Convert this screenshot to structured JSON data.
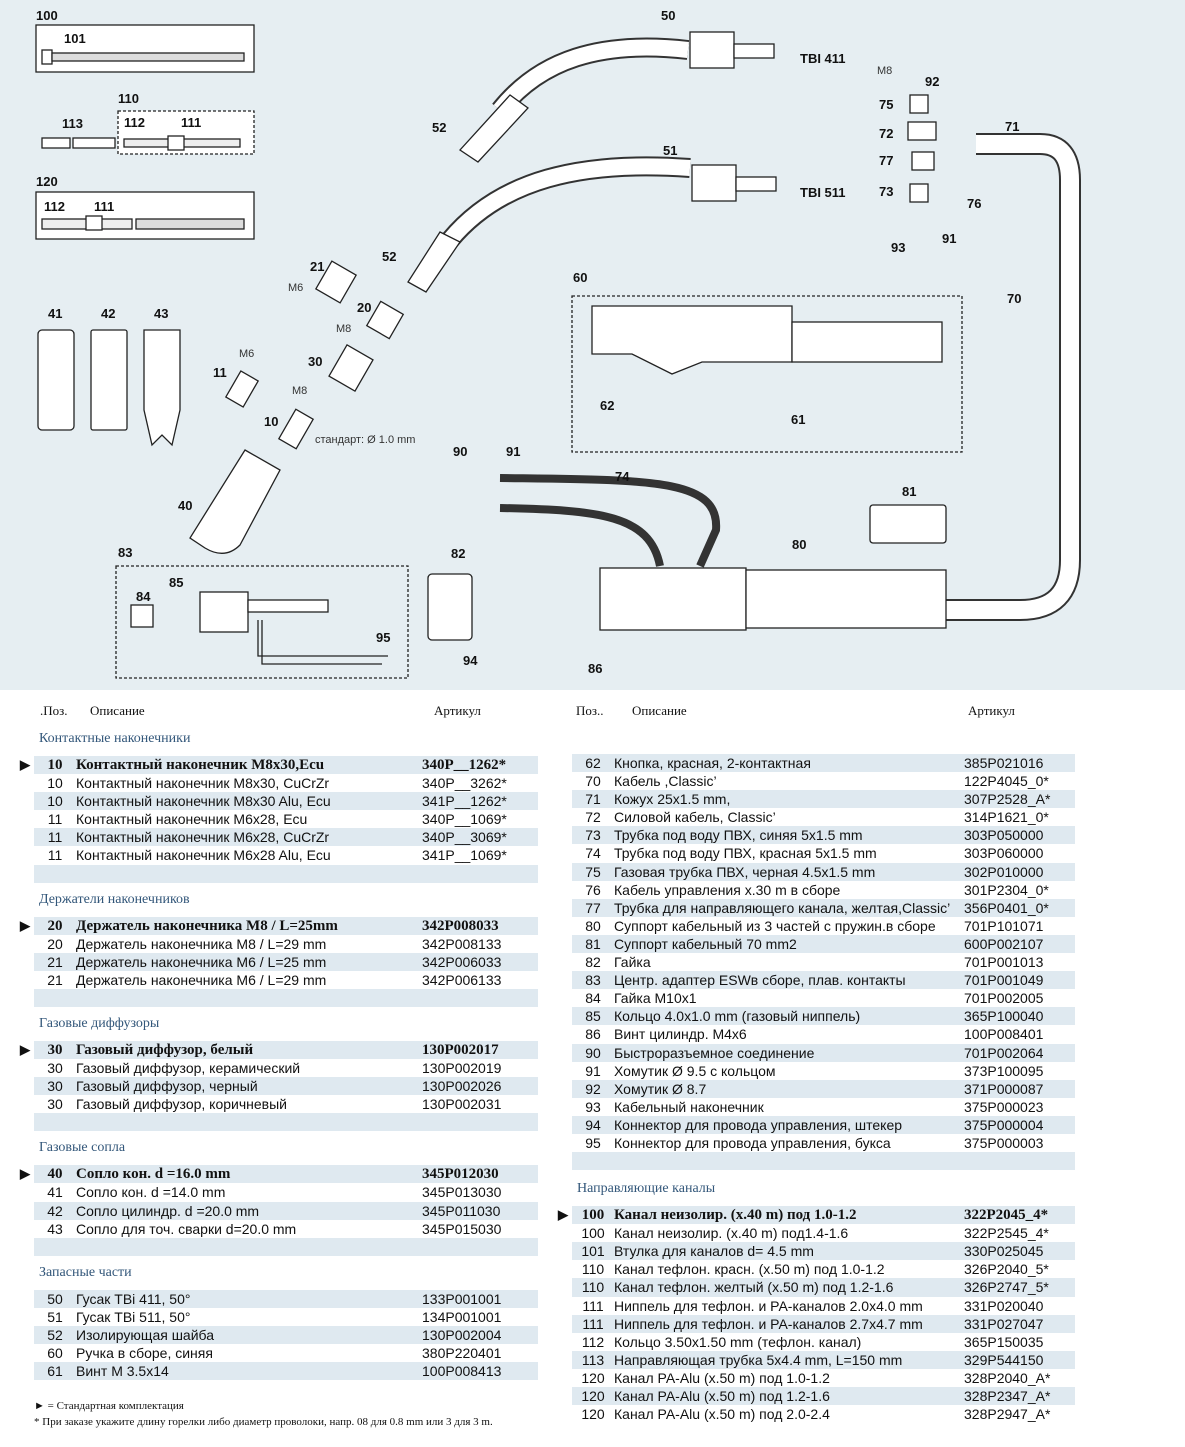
{
  "diagram": {
    "labels": {
      "l100": "100",
      "l101": "101",
      "l110": "110",
      "l113": "113",
      "l112a": "112",
      "l111a": "111",
      "l120": "120",
      "l112b": "112",
      "l111b": "111",
      "l41": "41",
      "l42": "42",
      "l43": "43",
      "l50": "50",
      "l51": "51",
      "l52a": "52",
      "l52b": "52",
      "tbi411": "TBI 411",
      "tbi511": "TBI 511",
      "l21": "21",
      "m6a": "M6",
      "l20": "20",
      "m8a": "M8",
      "l30": "30",
      "m6b": "M6",
      "l11": "11",
      "m8b": "M8",
      "l10": "10",
      "std": "стандарт: Ø 1.0 mm",
      "l40": "40",
      "l83": "83",
      "l84": "84",
      "l85": "85",
      "l95": "95",
      "l82": "82",
      "l90": "90",
      "l91a": "91",
      "l74": "74",
      "l80": "80",
      "l94": "94",
      "l86": "86",
      "l60": "60",
      "l62": "62",
      "l61": "61",
      "l81": "81",
      "l70": "70",
      "l71": "71",
      "m8c": "M8",
      "l92": "92",
      "l75": "75",
      "l72": "72",
      "l77": "77",
      "l73": "73",
      "l76": "76",
      "l91b": "91",
      "l93": "93"
    }
  },
  "left": {
    "header": {
      "pos": ".Поз.",
      "desc": "Описание",
      "art": "Артикул"
    },
    "sections": [
      {
        "title": "Контактные наконечники",
        "rows": [
          {
            "pos": "10",
            "desc": "Контактный наконечник M8x30,Ecu",
            "art": "340P__1262*",
            "bold": true
          },
          {
            "pos": "10",
            "desc": "Контактный наконечник M8x30, CuCrZr",
            "art": "340P__3262*"
          },
          {
            "pos": "10",
            "desc": "Контактный наконечник M8x30 Alu, Ecu",
            "art": "341P__1262*"
          },
          {
            "pos": "11",
            "desc": "Контактный наконечник M6x28, Ecu",
            "art": "340P__1069*"
          },
          {
            "pos": "11",
            "desc": "Контактный наконечник M6x28, CuCrZr",
            "art": "340P__3069*"
          },
          {
            "pos": "11",
            "desc": "Контактный наконечник M6x28 Alu, Ecu",
            "art": "341P__1069*"
          }
        ]
      },
      {
        "title": "Держатели наконечников",
        "rows": [
          {
            "pos": "20",
            "desc": "Держатель наконечника M8 / L=25mm",
            "art": "342P008033",
            "bold": true
          },
          {
            "pos": "20",
            "desc": "Держатель наконечника M8 / L=29 mm",
            "art": "342P008133"
          },
          {
            "pos": "21",
            "desc": "Держатель наконечника M6 / L=25 mm",
            "art": "342P006033"
          },
          {
            "pos": "21",
            "desc": "Держатель наконечника M6 / L=29 mm",
            "art": "342P006133"
          }
        ]
      },
      {
        "title": "Газовые диффузоры",
        "rows": [
          {
            "pos": "30",
            "desc": "Газовый диффузор, белый",
            "art": "130P002017",
            "bold": true
          },
          {
            "pos": "30",
            "desc": "Газовый диффузор, керамический",
            "art": "130P002019"
          },
          {
            "pos": "30",
            "desc": "Газовый диффузор, черный",
            "art": "130P002026"
          },
          {
            "pos": "30",
            "desc": "Газовый диффузор, коричневый",
            "art": "130P002031"
          }
        ]
      },
      {
        "title": "Газовые сопла",
        "rows": [
          {
            "pos": "40",
            "desc": "Сопло кон. d =16.0 mm",
            "art": "345P012030",
            "bold": true
          },
          {
            "pos": "41",
            "desc": "Сопло кон. d =14.0 mm",
            "art": "345P013030"
          },
          {
            "pos": "42",
            "desc": "Сопло цилиндр. d =20.0 mm",
            "art": "345P011030"
          },
          {
            "pos": "43",
            "desc": "Сопло для точ. сварки d=20.0 mm",
            "art": "345P015030"
          }
        ]
      },
      {
        "title": "Запасные части",
        "rows": [
          {
            "pos": "50",
            "desc": "Гусак TBi 411, 50°",
            "art": "133P001001"
          },
          {
            "pos": "51",
            "desc": "Гусак TBi 511, 50°",
            "art": "134P001001"
          },
          {
            "pos": "52",
            "desc": "Изолирующая шайба",
            "art": "130P002004"
          },
          {
            "pos": "60",
            "desc": "Ручка в сборе, синяя",
            "art": "380P220401"
          },
          {
            "pos": "61",
            "desc": "Винт M 3.5x14",
            "art": "100P008413"
          }
        ]
      }
    ],
    "footnote1": "► = Стандартная комплектация",
    "footnote2": "* При заказе укажите длину горелки либо диаметр проволоки, напр. 08 для 0.8 mm  или 3 для 3 m."
  },
  "right": {
    "header": {
      "pos": "Поз..",
      "desc": "Описание",
      "art": "Артикул"
    },
    "rows1": [
      {
        "pos": "62",
        "desc": "Кнопка, красная, 2-контактная",
        "art": "385P021016"
      },
      {
        "pos": "70",
        "desc": "Кабель ,Classic’",
        "art": "122P4045_0*"
      },
      {
        "pos": "71",
        "desc": "Кожух 25x1.5 mm,",
        "art": "307P2528_A*"
      },
      {
        "pos": "72",
        "desc": "Силовой кабель, Classic’",
        "art": "314P1621_0*"
      },
      {
        "pos": "73",
        "desc": "Трубка  под воду ПВХ, синяя 5x1.5 mm",
        "art": "303P050000"
      },
      {
        "pos": "74",
        "desc": "Трубка под воду ПВХ, красная  5x1.5 mm",
        "art": "303P060000"
      },
      {
        "pos": "75",
        "desc": "Газовая трубка ПВХ, черная 4.5x1.5 mm",
        "art": "302P010000"
      },
      {
        "pos": "76",
        "desc": "Кабель управления x.30 m в сборе",
        "art": "301P2304_0*"
      },
      {
        "pos": "77",
        "desc": "Трубка для направляющего канала, желтая,Classic’",
        "art": "356P0401_0*"
      },
      {
        "pos": "80",
        "desc": "Суппорт кабельный из 3 частей с пружин.в сборе",
        "art": "701P101071"
      },
      {
        "pos": "81",
        "desc": "Суппорт кабельный 70 mm2",
        "art": "600P002107"
      },
      {
        "pos": "82",
        "desc": "Гайка",
        "art": "701P001013"
      },
      {
        "pos": "83",
        "desc": "Центр. адаптер ESWв сборе, плав. контакты",
        "art": "701P001049"
      },
      {
        "pos": "84",
        "desc": "Гайка M10x1",
        "art": "701P002005"
      },
      {
        "pos": "85",
        "desc": "Кольцо 4.0x1.0 mm (газовый ниппель)",
        "art": "365P100040"
      },
      {
        "pos": "86",
        "desc": "Винт цилиндр. M4x6",
        "art": "100P008401"
      },
      {
        "pos": "90",
        "desc": "Быстроразъемное соединение",
        "art": "701P002064"
      },
      {
        "pos": "91",
        "desc": "Хомутик  Ø 9.5 с кольцом",
        "art": "373P100095"
      },
      {
        "pos": "92",
        "desc": "Хомутик Ø 8.7",
        "art": "371P000087"
      },
      {
        "pos": "93",
        "desc": "Кабельный наконечник",
        "art": "375P000023"
      },
      {
        "pos": "94",
        "desc": "Коннектор для провода управления, штекер",
        "art": "375P000004"
      },
      {
        "pos": "95",
        "desc": "Коннектор для провода управления, букса",
        "art": "375P000003"
      }
    ],
    "section2_title": "Направляющие каналы",
    "rows2": [
      {
        "pos": "100",
        "desc": "Канал неизолир. (x.40 m) под 1.0-1.2",
        "art": "322P2045_4*",
        "bold": true
      },
      {
        "pos": "100",
        "desc": "Канал неизолир. (x.40 m)   под1.4-1.6",
        "art": "322P2545_4*"
      },
      {
        "pos": "101",
        "desc": "Втулка для каналов d= 4.5 mm",
        "art": "330P025045"
      },
      {
        "pos": "110",
        "desc": "Канал тефлон. красн. (x.50 m) под 1.0-1.2",
        "art": "326P2040_5*"
      },
      {
        "pos": "110",
        "desc": "Канал тефлон. желтый (x.50 m) под 1.2-1.6",
        "art": "326P2747_5*"
      },
      {
        "pos": "111",
        "desc": "Ниппель для тефлон. и PA-каналов 2.0x4.0 mm",
        "art": "331P020040"
      },
      {
        "pos": "111",
        "desc": "Ниппель для тефлон. и  PA-каналов 2.7x4.7 mm",
        "art": "331P027047"
      },
      {
        "pos": "112",
        "desc": "Кольцо 3.50x1.50 mm (тефлон. канал)",
        "art": "365P150035"
      },
      {
        "pos": "113",
        "desc": "Направляющая трубка 5x4.4 mm, L=150 mm",
        "art": "329P544150"
      },
      {
        "pos": "120",
        "desc": "Канал PA-Alu  (x.50 m)  под 1.0-1.2",
        "art": "328P2040_A*"
      },
      {
        "pos": "120",
        "desc": "Канал PA-Alu  (x.50 m)  под 1.2-1.6",
        "art": "328P2347_A*"
      },
      {
        "pos": "120",
        "desc": "Канал PA-Alu  (x.50 m)   под 2.0-2.4",
        "art": "328P2947_A*"
      }
    ]
  }
}
